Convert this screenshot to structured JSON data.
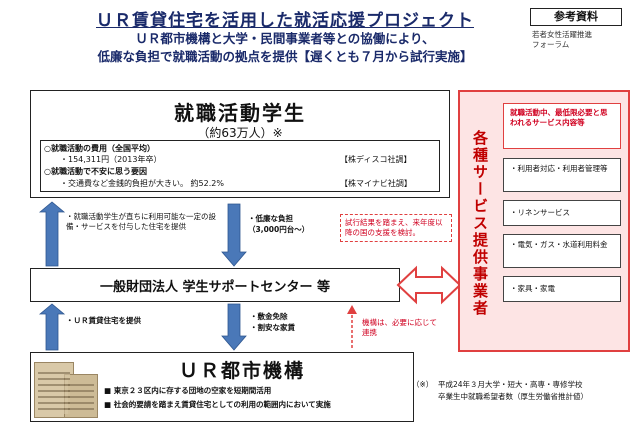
{
  "header": {
    "title": "ＵＲ賃貸住宅を活用した就活応援プロジェクト",
    "subtitle_line1": "ＵＲ都市機構と大学・民間事業者等との協働により、",
    "subtitle_line2": "低廉な負担で就職活動の拠点を提供【遅くとも７月から試行実施】",
    "reference_label": "参考資料",
    "source_line1": "若者女性活躍推進",
    "source_line2": "フォーラム"
  },
  "students": {
    "title": "就職活動学生",
    "count": "（約63万人）※",
    "cost_heading": "○就職活動の費用（全国平均）",
    "cost_value": "・154,311円（2013年卒）",
    "cost_source": "【株ディスコ社調】",
    "anxiety_heading": "○就職活動で不安に思う要因",
    "anxiety_value": "・交通費など金銭的負担が大きい。 約52.2%",
    "anxiety_source": "【株マイナビ社調】"
  },
  "arrows": {
    "up_left_1": "・就職活動学生が直ちに利用可能な一定の設備・サービスを付与した住宅を提供",
    "down_1_line1": "・低廉な負担",
    "down_1_line2": "（3,000円台～）",
    "up_left_2": "・ＵＲ賃貸住宅を提供",
    "down_2_line1": "・敷金免除",
    "down_2_line2": "・割安な家賃"
  },
  "trial_note": "試行結果を踏まえ、来年度以降の国の支援を検討。",
  "center": {
    "label": "一般財団法人 学生サポートセンター 等"
  },
  "coordination_note": "機構は、必要に応じて連携",
  "ur": {
    "title": "ＵＲ都市機構",
    "bullet1": "■ 東京２３区内に存する団地の空家を短期間活用",
    "bullet2": "■ 社会的要請を踏まえ賃貸住宅としての利用の範囲内において実施"
  },
  "footnote": {
    "marker": "（※）",
    "line1": "平成24年３月大学・短大・高専・専修学校",
    "line2": "卒業生中就職希望者数（厚生労働省推計値）"
  },
  "providers": {
    "vertical_label": "各種サービス提供事業者",
    "heading": "就職活動中、最低限必要と思われるサービス内容等",
    "services": [
      "・利用者対応・利用者管理等",
      "・リネンサービス",
      "・電気・ガス・水道利用料金",
      "・家具・家電"
    ]
  }
}
